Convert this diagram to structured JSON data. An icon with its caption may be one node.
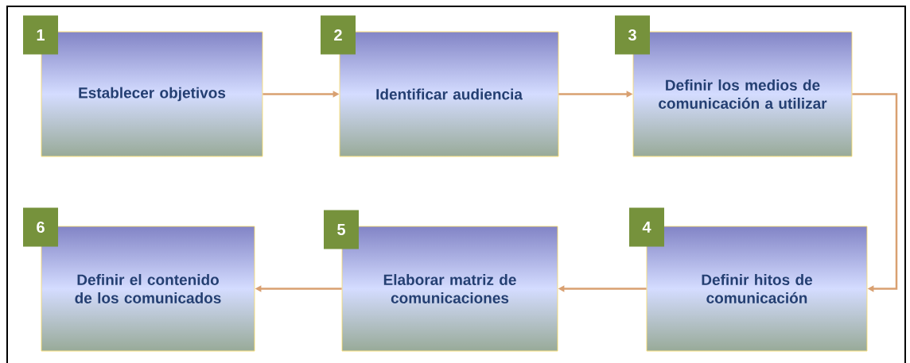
{
  "diagram": {
    "nodes": [
      {
        "text": [
          "1",
          "Establecer objetivos"
        ]
      },
      {
        "text": [
          "2",
          "Identificar audiencia"
        ]
      },
      {
        "text": [
          "3",
          "Definir los medios de comunicación a utilizar"
        ]
      },
      {
        "text": [
          "4",
          "Definir hitos de comunicación"
        ]
      },
      {
        "text": [
          "5",
          "Elaborar matriz de comunicaciones"
        ]
      },
      {
        "text": [
          "6",
          "Definir el contenido de los comunicados"
        ]
      }
    ],
    "edges": [
      {
        "from": 0,
        "to": 1,
        "arrow": "to"
      },
      {
        "from": 1,
        "to": 2,
        "arrow": "to"
      },
      {
        "from": 2,
        "to": 3,
        "arrow": "to"
      },
      {
        "from": 3,
        "to": 4,
        "arrow": "to"
      },
      {
        "from": 4,
        "to": 5,
        "arrow": "to"
      }
    ]
  }
}
